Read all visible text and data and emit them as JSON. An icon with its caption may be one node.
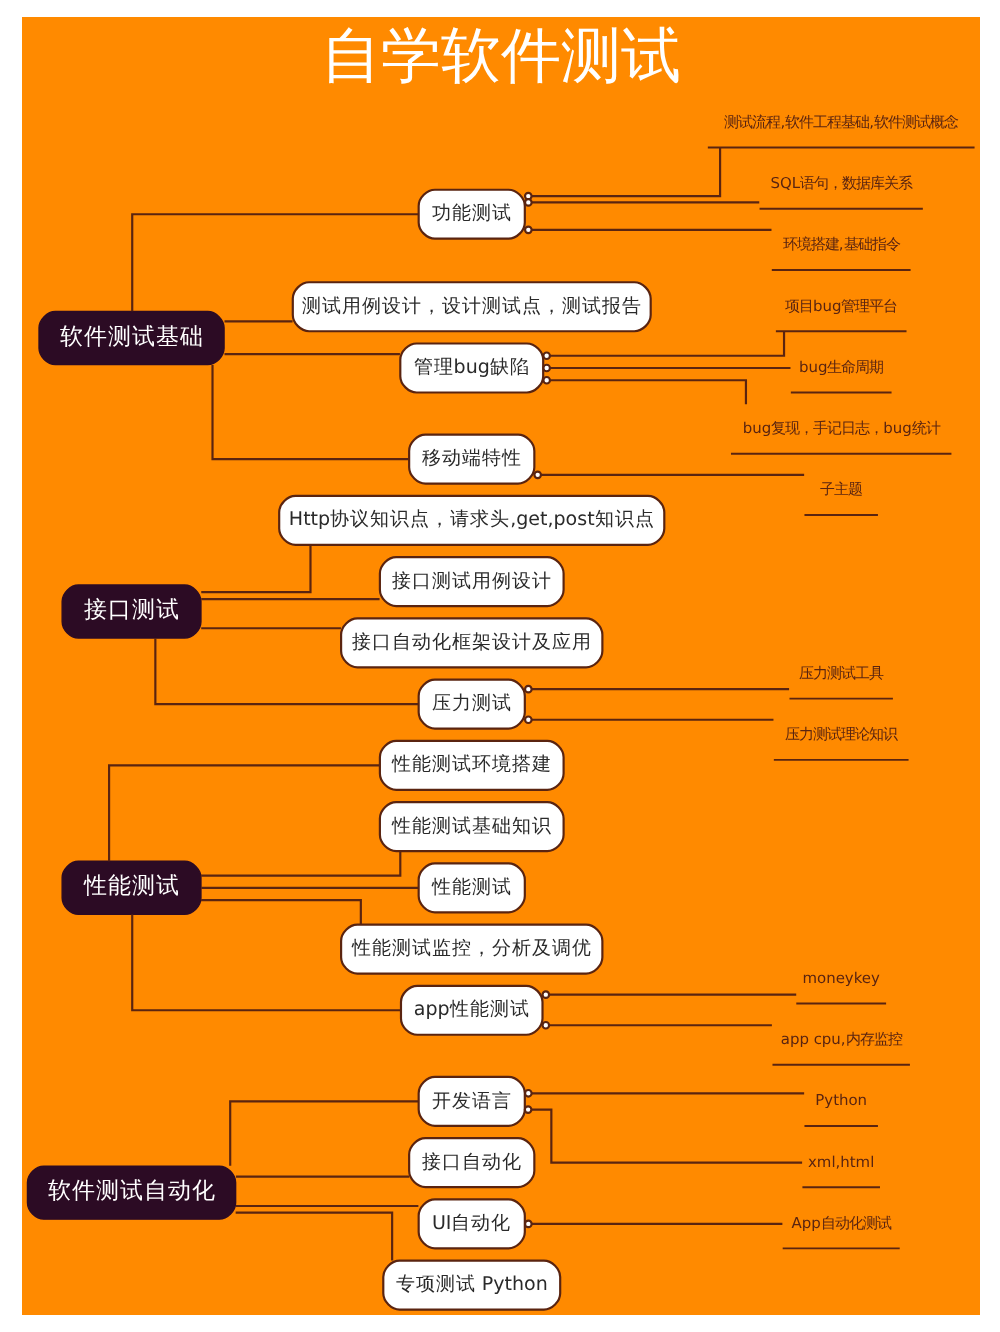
{
  "diagram": {
    "title": "自学软件测试",
    "nodes": [
      {
        "text": [
          "软件测试基础"
        ]
      },
      {
        "text": [
          "功能测试"
        ]
      },
      {
        "text": [
          "测试流程,软件工程基础,软件测试概念"
        ]
      },
      {
        "text": [
          "SQL语句，数据库关系"
        ]
      },
      {
        "text": [
          "环境搭建,基础指令"
        ]
      },
      {
        "text": [
          "测试用例设计，设计测试点，测试报告"
        ]
      },
      {
        "text": [
          "管理bug缺陷"
        ]
      },
      {
        "text": [
          "项目bug管理平台"
        ]
      },
      {
        "text": [
          "bug生命周期"
        ]
      },
      {
        "text": [
          "bug复现，手记日志，bug统计"
        ]
      },
      {
        "text": [
          "移动端特性"
        ]
      },
      {
        "text": [
          "子主题"
        ]
      },
      {
        "text": [
          "接口测试"
        ]
      },
      {
        "text": [
          "Http协议知识点，请求头,get,post知识点"
        ]
      },
      {
        "text": [
          "接口测试用例设计"
        ]
      },
      {
        "text": [
          "接口自动化框架设计及应用"
        ]
      },
      {
        "text": [
          "压力测试"
        ]
      },
      {
        "text": [
          "压力测试工具"
        ]
      },
      {
        "text": [
          "压力测试理论知识"
        ]
      },
      {
        "text": [
          "性能测试"
        ]
      },
      {
        "text": [
          "性能测试环境搭建"
        ]
      },
      {
        "text": [
          "性能测试基础知识"
        ]
      },
      {
        "text": [
          "性能测试"
        ]
      },
      {
        "text": [
          "性能测试监控，分析及调优"
        ]
      },
      {
        "text": [
          "app性能测试"
        ]
      },
      {
        "text": [
          "moneykey"
        ]
      },
      {
        "text": [
          "app cpu,内存监控"
        ]
      },
      {
        "text": [
          "软件测试自动化"
        ]
      },
      {
        "text": [
          "开发语言"
        ]
      },
      {
        "text": [
          "Python"
        ]
      },
      {
        "text": [
          "xml,html"
        ]
      },
      {
        "text": [
          "接口自动化"
        ]
      },
      {
        "text": [
          "UI自动化"
        ]
      },
      {
        "text": [
          "App自动化测试"
        ]
      },
      {
        "text": [
          "专项测试 Python"
        ]
      }
    ],
    "edges": [
      {
        "from": 0,
        "to": 1,
        "arrow": "none"
      },
      {
        "from": 1,
        "to": 2,
        "arrow": "other"
      },
      {
        "from": 1,
        "to": 3,
        "arrow": "other"
      },
      {
        "from": 1,
        "to": 4,
        "arrow": "other"
      },
      {
        "from": 0,
        "to": 5,
        "arrow": "none"
      },
      {
        "from": 0,
        "to": 6,
        "arrow": "none"
      },
      {
        "from": 6,
        "to": 7,
        "arrow": "other"
      },
      {
        "from": 6,
        "to": 8,
        "arrow": "other"
      },
      {
        "from": 6,
        "to": 9,
        "arrow": "other"
      },
      {
        "from": 0,
        "to": 10,
        "arrow": "none"
      },
      {
        "from": 10,
        "to": 11,
        "arrow": "other"
      },
      {
        "from": 12,
        "to": 13,
        "arrow": "none"
      },
      {
        "from": 12,
        "to": 14,
        "arrow": "none"
      },
      {
        "from": 12,
        "to": 15,
        "arrow": "none"
      },
      {
        "from": 12,
        "to": 16,
        "arrow": "none"
      },
      {
        "from": 16,
        "to": 17,
        "arrow": "other"
      },
      {
        "from": 16,
        "to": 18,
        "arrow": "other"
      },
      {
        "from": 19,
        "to": 20,
        "arrow": "none"
      },
      {
        "from": 19,
        "to": 21,
        "arrow": "none"
      },
      {
        "from": 19,
        "to": 22,
        "arrow": "none"
      },
      {
        "from": 19,
        "to": 23,
        "arrow": "none"
      },
      {
        "from": 19,
        "to": 24,
        "arrow": "none"
      },
      {
        "from": 24,
        "to": 25,
        "arrow": "other"
      },
      {
        "from": 24,
        "to": 26,
        "arrow": "other"
      },
      {
        "from": 27,
        "to": 28,
        "arrow": "none"
      },
      {
        "from": 28,
        "to": 29,
        "arrow": "other"
      },
      {
        "from": 28,
        "to": 30,
        "arrow": "other"
      },
      {
        "from": 27,
        "to": 31,
        "arrow": "none"
      },
      {
        "from": 27,
        "to": 32,
        "arrow": "none"
      },
      {
        "from": 32,
        "to": 33,
        "arrow": "other"
      },
      {
        "from": 27,
        "to": 34,
        "arrow": "none"
      }
    ]
  }
}
